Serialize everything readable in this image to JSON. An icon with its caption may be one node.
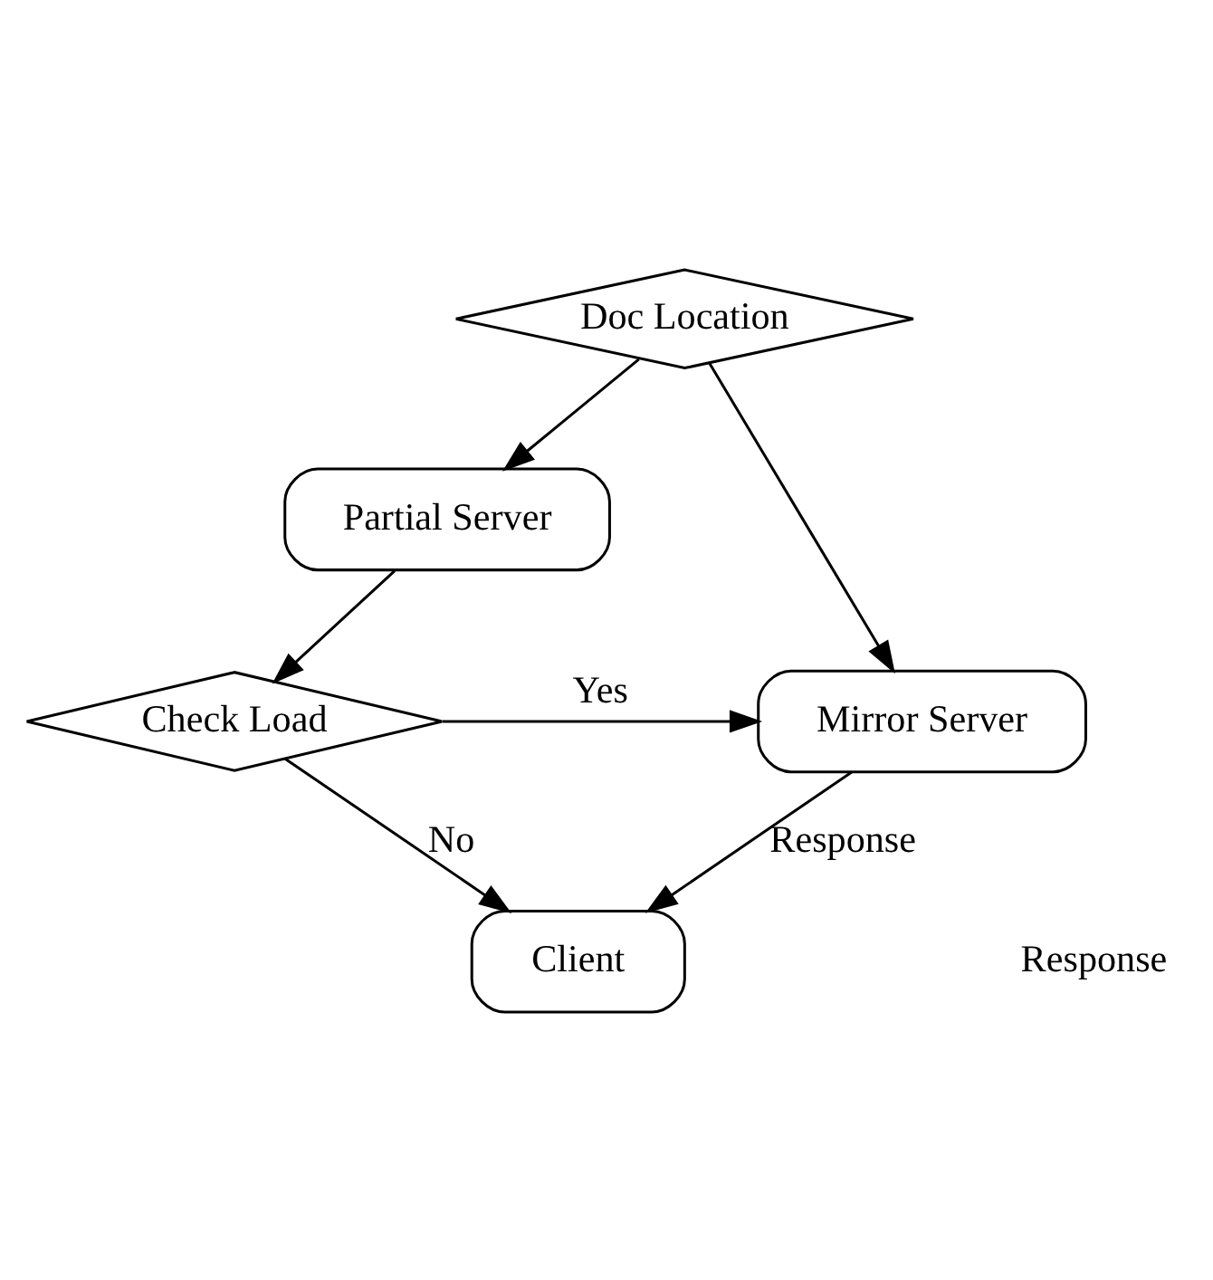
{
  "diagram": {
    "nodes": [
      {
        "text": [
          "Doc Location"
        ]
      },
      {
        "text": [
          "Partial Server"
        ]
      },
      {
        "text": [
          "Check Load"
        ]
      },
      {
        "text": [
          "Mirror Server"
        ]
      },
      {
        "text": [
          "Client"
        ]
      }
    ],
    "edges": [
      {
        "from": 0,
        "to": 3,
        "arrow": "to"
      },
      {
        "from": 0,
        "to": 1,
        "arrow": "to"
      },
      {
        "from": 1,
        "to": 2,
        "arrow": "to"
      },
      {
        "from": 2,
        "to": 3,
        "arrow": "to",
        "label": "Yes"
      },
      {
        "from": 2,
        "to": 4,
        "arrow": "to",
        "label": "No"
      },
      {
        "from": 3,
        "to": 4,
        "arrow": "to",
        "label": "Response"
      }
    ],
    "labels": [
      "Response"
    ]
  }
}
